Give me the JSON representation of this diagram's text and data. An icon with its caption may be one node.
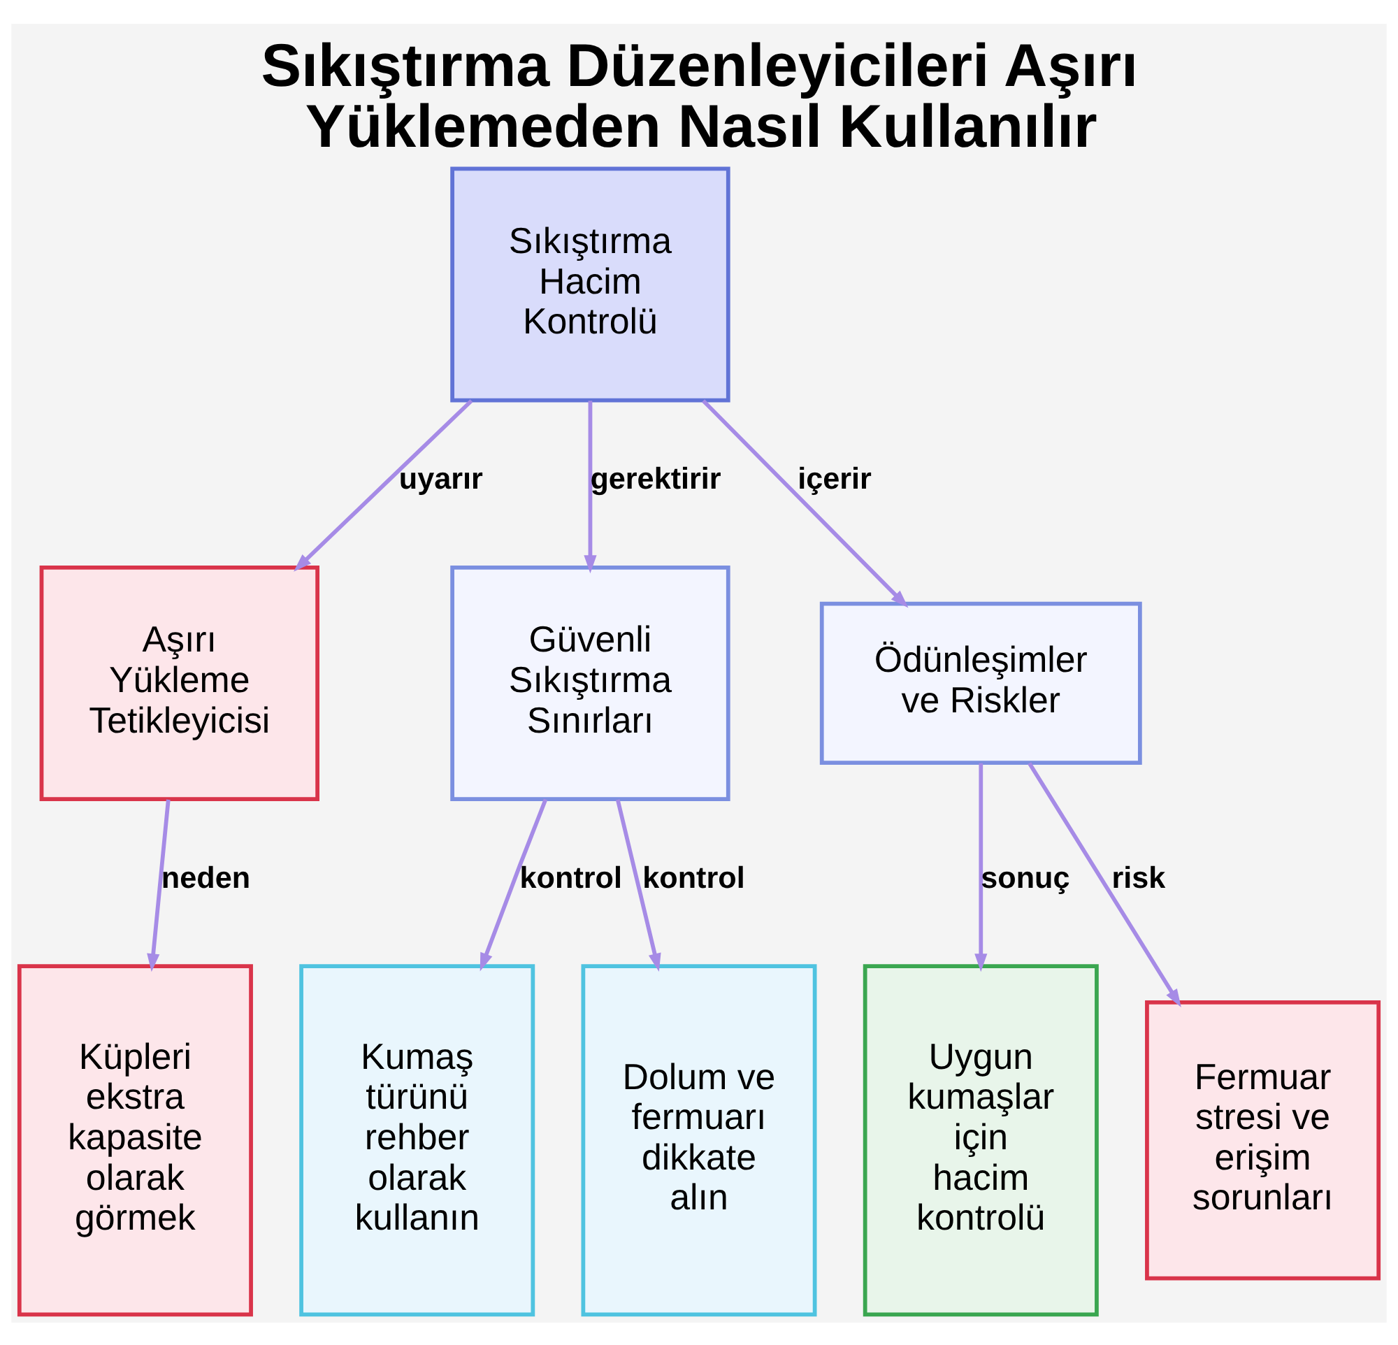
{
  "diagram": {
    "title": "Sıkıştırma Düzenleyicileri Aşırı Yüklemeden Nasıl Kullanılır",
    "nodes": [
      {
        "text": [
          "Sıkıştırma Hacim Kontrolü"
        ]
      },
      {
        "text": [
          "Aşırı Yükleme Tetikleyicisi"
        ]
      },
      {
        "text": [
          "Güvenli Sıkıştırma Sınırları"
        ]
      },
      {
        "text": [
          "Ödünleşimler ve Riskler"
        ]
      },
      {
        "text": [
          "Küpleri ekstra kapasite olarak görmek"
        ]
      },
      {
        "text": [
          "Kumaş türünü rehber olarak kullanın"
        ]
      },
      {
        "text": [
          "Dolum ve fermuarı dikkate alın"
        ]
      },
      {
        "text": [
          "Uygun kumaşlar için hacim kontrolü"
        ]
      },
      {
        "text": [
          "Fermuar stresi ve erişim sorunları"
        ]
      }
    ],
    "edges": [
      {
        "from": 0,
        "to": 1,
        "arrow": "to",
        "label": "uyarır"
      },
      {
        "from": 0,
        "to": 2,
        "arrow": "to",
        "label": "gerektirir"
      },
      {
        "from": 0,
        "to": 3,
        "arrow": "to",
        "label": "içerir"
      },
      {
        "from": 1,
        "to": 4,
        "arrow": "to",
        "label": "neden"
      },
      {
        "from": 2,
        "to": 5,
        "arrow": "to",
        "label": "kontrol"
      },
      {
        "from": 2,
        "to": 6,
        "arrow": "to",
        "label": "kontrol"
      },
      {
        "from": 3,
        "to": 7,
        "arrow": "to",
        "label": "sonuç"
      },
      {
        "from": 3,
        "to": 8,
        "arrow": "to",
        "label": "risk"
      }
    ]
  }
}
